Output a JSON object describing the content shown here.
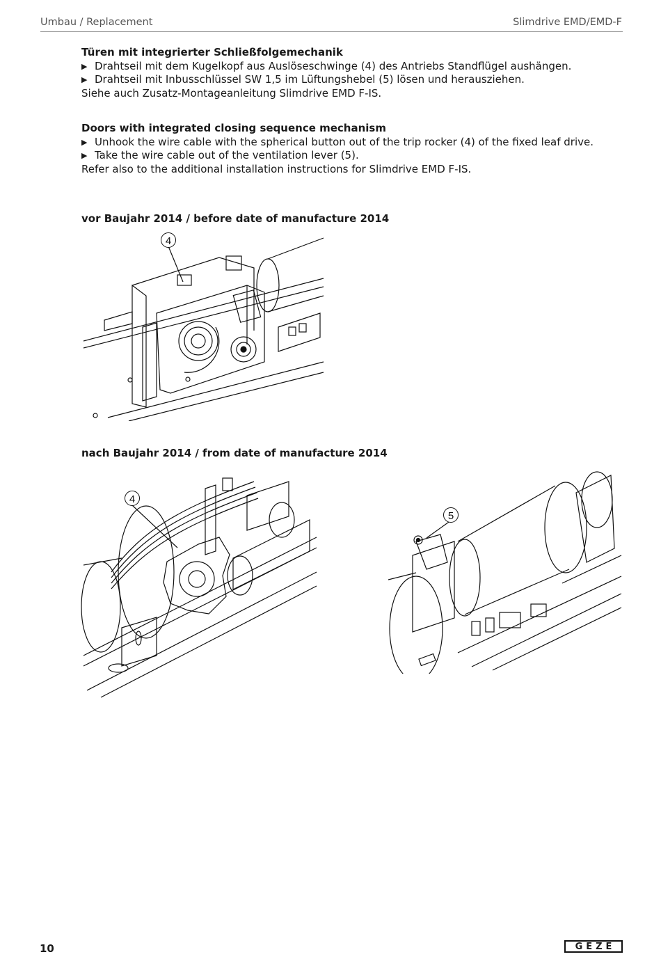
{
  "header": {
    "left": "Umbau / Replacement",
    "right": "Slimdrive EMD/EMD-F"
  },
  "de": {
    "title": "Türen mit integrierter Schließfolgemechanik",
    "bullets": [
      "Drahtseil mit dem Kugelkopf aus Auslöseschwinge (4) des Antriebs Standflügel aushängen.",
      "Drahtseil mit Inbusschlüssel SW 1,5 im Lüftungshebel (5) lösen und herausziehen."
    ],
    "note": "Siehe auch Zusatz-Montageanleitung Slimdrive EMD F-IS."
  },
  "en": {
    "title": "Doors with integrated closing sequence mechanism",
    "bullets": [
      "Unhook the wire cable with the spherical button out of the trip rocker (4) of the fixed leaf drive.",
      "Take the wire cable out of the ventilation lever (5)."
    ],
    "note": "Refer also to the additional installation instructions for Slimdrive EMD F-IS."
  },
  "bullet_icon": "triangle-right-icon",
  "captions": {
    "before": "vor Baujahr 2014 / before date of manufacture 2014",
    "after": "nach Baujahr 2014 / from date of manufacture 2014"
  },
  "callouts": {
    "fig1": "4",
    "fig2": "4",
    "fig3": "5"
  },
  "footer": {
    "page_number": "10",
    "logo": "GEZE"
  }
}
